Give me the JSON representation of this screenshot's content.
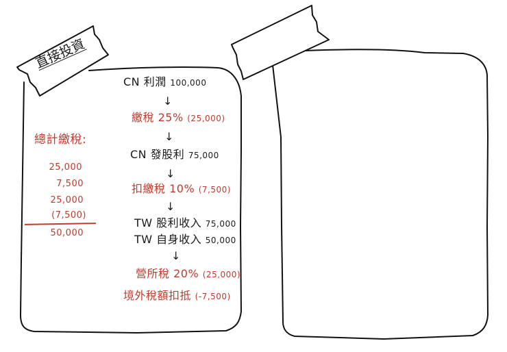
{
  "colors": {
    "ink": "#1a1a1a",
    "red": "#c0392b",
    "background": "#ffffff"
  },
  "left_card": {
    "tape_label": "直接投資",
    "flow": [
      {
        "label": "CN 利潤",
        "value": "100,000",
        "color": "black"
      },
      {
        "label": "繳稅 25%",
        "value": "(25,000)",
        "color": "red"
      },
      {
        "label": "CN 發股利",
        "value": "75,000",
        "color": "black"
      },
      {
        "label": "扣繳稅 10%",
        "value": "(7,500)",
        "color": "red"
      },
      {
        "label": "TW 股利收入",
        "value": "75,000",
        "color": "black"
      },
      {
        "label": "TW 自身收入",
        "value": "50,000",
        "color": "black"
      },
      {
        "label": "營所稅 20%",
        "value": "(25,000)",
        "color": "red"
      },
      {
        "label": "境外稅額扣抵",
        "value": "(-7,500)",
        "color": "red"
      }
    ],
    "arrow_glyph": "↓",
    "summary": {
      "title": "總計繳稅:",
      "items": [
        "25,000",
        "7,500",
        "25,000",
        "(7,500)"
      ],
      "total": "50,000"
    }
  },
  "right_card": {
    "tape_label": "",
    "content": ""
  }
}
